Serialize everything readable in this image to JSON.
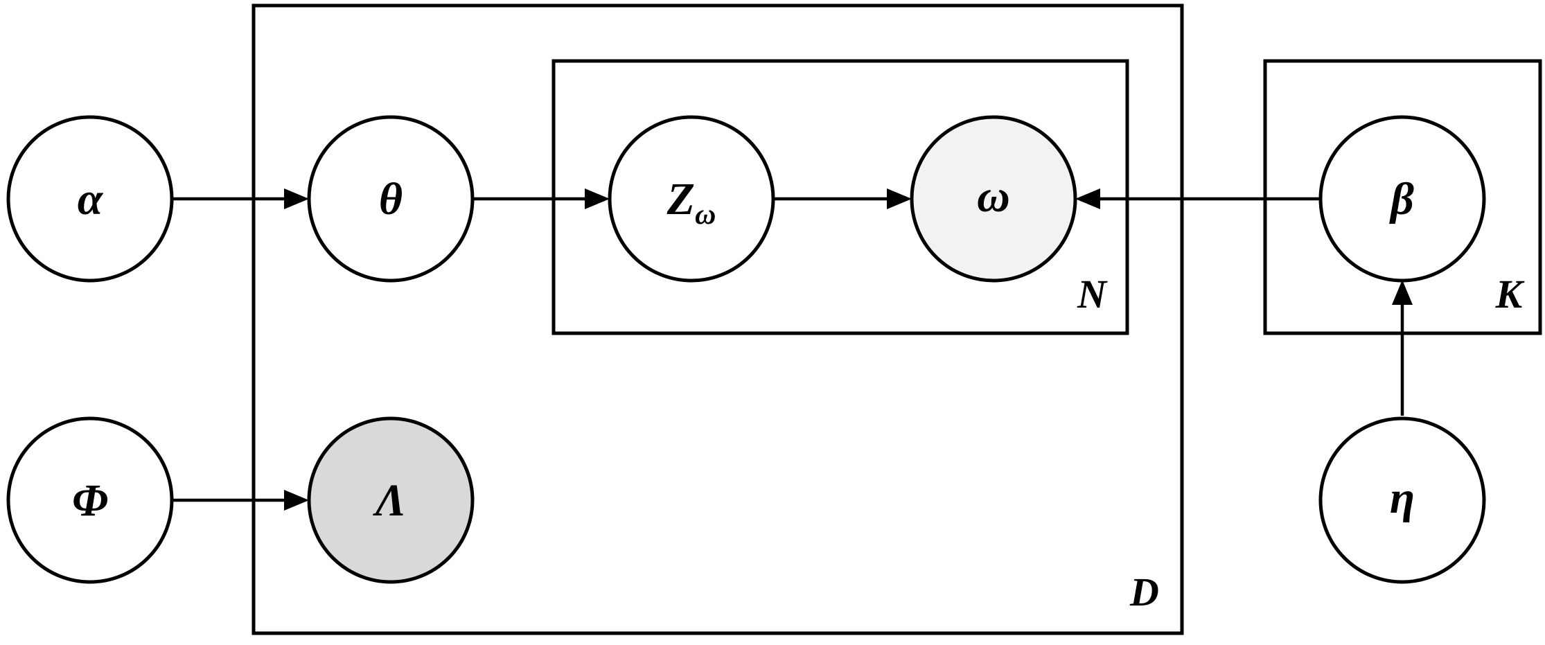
{
  "nodes": {
    "alpha": {
      "label": "α",
      "color": "#ffffff"
    },
    "theta": {
      "label": "θ",
      "color": "#ffffff"
    },
    "z": {
      "label": "Z",
      "subscript": "ω",
      "color": "#ffffff"
    },
    "omega": {
      "label": "ω",
      "color": "#f2f2f2"
    },
    "beta": {
      "label": "β",
      "color": "#ffffff"
    },
    "phi": {
      "label": "Φ",
      "color": "#ffffff"
    },
    "lambda": {
      "label": "Λ",
      "color": "#d9d9d9"
    },
    "eta": {
      "label": "η",
      "color": "#ffffff"
    }
  },
  "plates": {
    "D": {
      "label": "D"
    },
    "N": {
      "label": "N"
    },
    "K": {
      "label": "K"
    }
  },
  "edges": [
    {
      "from": "α",
      "to": "θ"
    },
    {
      "from": "θ",
      "to": "Z"
    },
    {
      "from": "Z",
      "to": "ω"
    },
    {
      "from": "β",
      "to": "ω"
    },
    {
      "from": "Φ",
      "to": "Λ"
    },
    {
      "from": "η",
      "to": "β"
    }
  ]
}
